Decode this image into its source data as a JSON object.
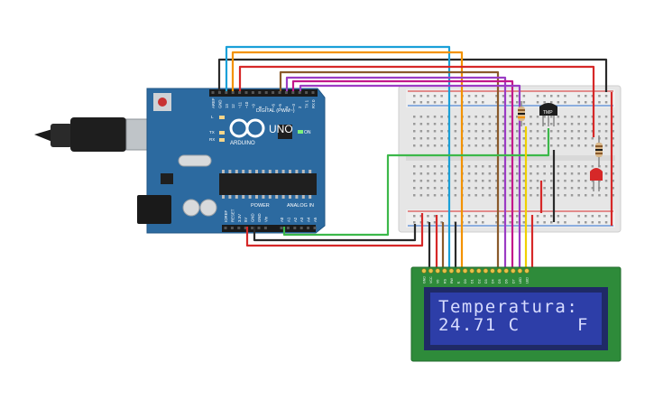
{
  "arduino": {
    "brand": "ARDUINO",
    "model": "UNO",
    "header_digital": "DIGITAL (PWM~)",
    "header_power": "POWER",
    "header_analog": "ANALOG IN",
    "on_label": "ON",
    "led_labels": [
      "L",
      "TX",
      "RX"
    ],
    "digital_pins": [
      "AREF",
      "GND",
      "13",
      "12",
      "~11",
      "~10",
      "~9",
      "8",
      "7",
      "~6",
      "~5",
      "4",
      "~3",
      "2",
      "TX 1",
      "RX 0"
    ],
    "power_pins": [
      "IOREF",
      "RESET",
      "3.3V",
      "5V",
      "GND",
      "GND",
      "Vin"
    ],
    "analog_pins": [
      "A0",
      "A1",
      "A2",
      "A3",
      "A4",
      "A5"
    ]
  },
  "sensor": {
    "label": "TMP"
  },
  "lcd": {
    "line1": "Temperatura:",
    "line2_value": "24.71 C",
    "line2_right": "F",
    "pins": [
      "GND",
      "VCC",
      "V0",
      "RS",
      "RW",
      "E",
      "D0",
      "D1",
      "D2",
      "D3",
      "D4",
      "D5",
      "D6",
      "D7",
      "LED",
      "LED"
    ]
  },
  "colors": {
    "board_blue": "#2c6aa0",
    "lcd_pcb_green": "#2e8b3a",
    "lcd_screen": "#2d3ea8",
    "breadboard": "#e9e9e9",
    "wire_black": "#2a2a2a",
    "wire_red": "#d62828",
    "wire_blue": "#1aa0d8",
    "wire_orange": "#f39200",
    "wire_brown": "#8a5a2b",
    "wire_purple": "#9b3cc4",
    "wire_magenta": "#c2188b",
    "wire_yellow": "#f0d000",
    "wire_green": "#3cb84a"
  }
}
